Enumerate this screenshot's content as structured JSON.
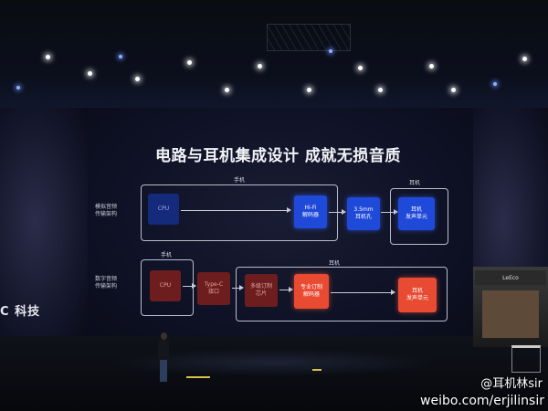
{
  "slide": {
    "title": "电路与耳机集成设计 成就无损音质",
    "analog": {
      "side_label": "模拟音频\n传输架构",
      "phone_label": "手机",
      "earphone_label": "耳机",
      "cpu": "CPU",
      "decoder": "Hi-Fi\n解码器",
      "jack": "3.5mm\n耳机孔",
      "driver": "耳机\n发声单元"
    },
    "digital": {
      "side_label": "数字音频\n传输架构",
      "phone_label": "手机",
      "earphone_label": "耳机",
      "cpu": "CPU",
      "port": "Type-C\n接口",
      "chip": "多级订制\n芯片",
      "decoder": "专业订制\n解码器",
      "driver": "耳机\n发声单元"
    }
  },
  "side_screen_text": "C 科技",
  "podium_brand": "LeEco",
  "watermark": {
    "handle": "@耳机林sir",
    "url": "weibo.com/erjilinsir"
  },
  "colors": {
    "analog_chip": "#1f49d8",
    "digital_chip": "#e84a32"
  }
}
